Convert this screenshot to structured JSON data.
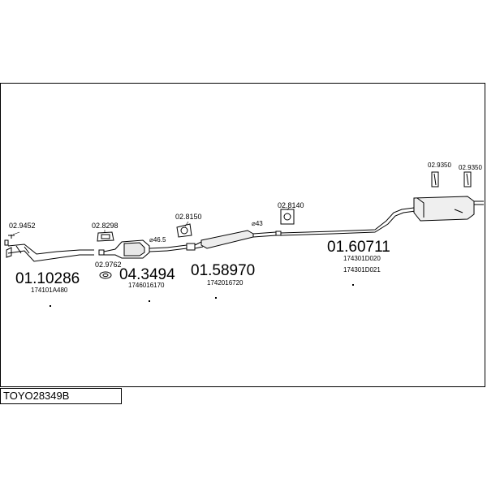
{
  "diagram": {
    "reference": "TOYO28349B",
    "parts": [
      {
        "id": "p1",
        "number": "01.10286",
        "oem": [
          "174101A480"
        ]
      },
      {
        "id": "p2",
        "number": "04.3494",
        "oem": [
          "1746016170"
        ]
      },
      {
        "id": "p3",
        "number": "01.58970",
        "oem": [
          "1742016720"
        ]
      },
      {
        "id": "p4",
        "number": "01.60711",
        "oem": [
          "174301D020",
          "174301D021"
        ]
      }
    ],
    "accessories": [
      {
        "id": "a1",
        "label": "02.9452"
      },
      {
        "id": "a2",
        "label": "02.8298"
      },
      {
        "id": "a3",
        "label": "02.9762"
      },
      {
        "id": "a4",
        "label": "02.8150"
      },
      {
        "id": "a5",
        "label": "02.8140"
      },
      {
        "id": "a6",
        "label": "02.9350"
      },
      {
        "id": "a7",
        "label": "02.9350"
      }
    ],
    "diameters": [
      {
        "id": "d1",
        "label": "⌀46.5"
      },
      {
        "id": "d2",
        "label": "⌀43"
      }
    ]
  }
}
